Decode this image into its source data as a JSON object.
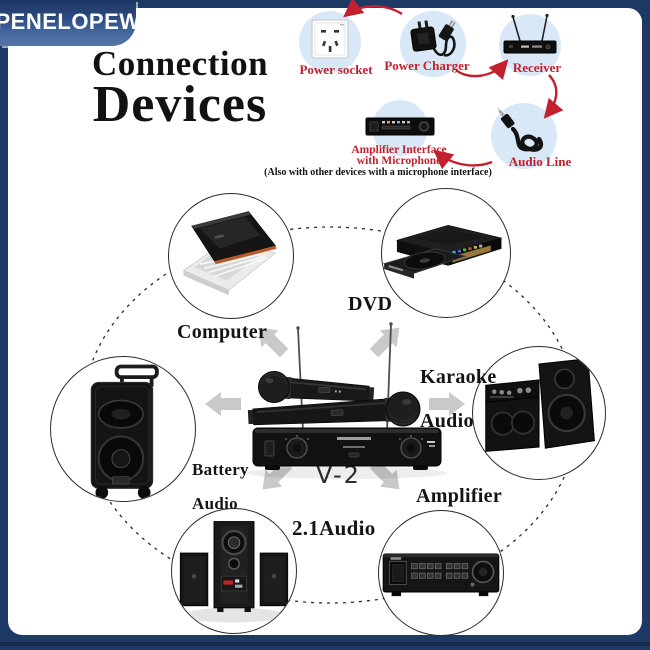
{
  "brand_badge": "PENELOPEW",
  "title": {
    "line1": "Connection",
    "line2": "Devices"
  },
  "flow_diagram": {
    "steps": [
      {
        "id": "power-socket",
        "label": "Power socket"
      },
      {
        "id": "power-charger",
        "label": "Power Charger"
      },
      {
        "id": "receiver",
        "label": "Receiver"
      },
      {
        "id": "audio-line",
        "label": "Audio Line"
      },
      {
        "id": "amplifier-interface",
        "label": "Amplifier Interface",
        "sublabel": "with Microphone"
      }
    ],
    "note": "(Also with other devices with a microphone interface)"
  },
  "connection_devices": {
    "computer": {
      "label": "Computer"
    },
    "dvd": {
      "label": "DVD"
    },
    "karaoke": {
      "line1": "Karaoke",
      "line2": "Audio"
    },
    "battery": {
      "line1": "Battery",
      "line2": "Audio"
    },
    "audio21": {
      "label": "2.1Audio"
    },
    "amplifier": {
      "label": "Amplifier"
    }
  },
  "product": {
    "model": "V-2"
  },
  "colors": {
    "frame_navy": "#1d3a67",
    "accent_red": "#c2202e",
    "flow_circle_blue": "#d9e8f7",
    "arrow_gray": "#c8c9ca",
    "title_black": "#121212"
  }
}
